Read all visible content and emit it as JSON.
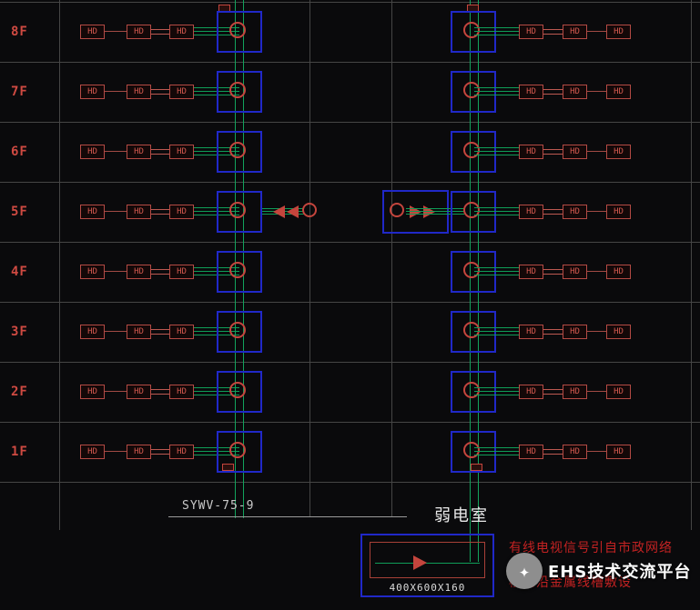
{
  "colors": {
    "background": "#0a0a0c",
    "device_red": "#c4453d",
    "box_blue": "#2028c8",
    "riser_green": "#0f9d58",
    "grid_gray": "#454545",
    "note_red": "#c32222",
    "text_white": "#e8e8e8"
  },
  "device_label": "HD",
  "floors": [
    {
      "label": "8F",
      "has_amplifier": false
    },
    {
      "label": "7F",
      "has_amplifier": false
    },
    {
      "label": "6F",
      "has_amplifier": false
    },
    {
      "label": "5F",
      "has_amplifier": true
    },
    {
      "label": "4F",
      "has_amplifier": false
    },
    {
      "label": "3F",
      "has_amplifier": false
    },
    {
      "label": "2F",
      "has_amplifier": false
    },
    {
      "label": "1F",
      "has_amplifier": false
    }
  ],
  "riser": {
    "cable_label": "SYWV-75-9"
  },
  "basement": {
    "room_label": "弱电室",
    "box_size_label": "400X600X160"
  },
  "notes": {
    "line1": "有线电视信号引自市政网络",
    "line2": "楼内沿金属线槽敷设"
  },
  "watermark": {
    "text": "EHS技术交流平台",
    "logo_glyph": "✦"
  }
}
